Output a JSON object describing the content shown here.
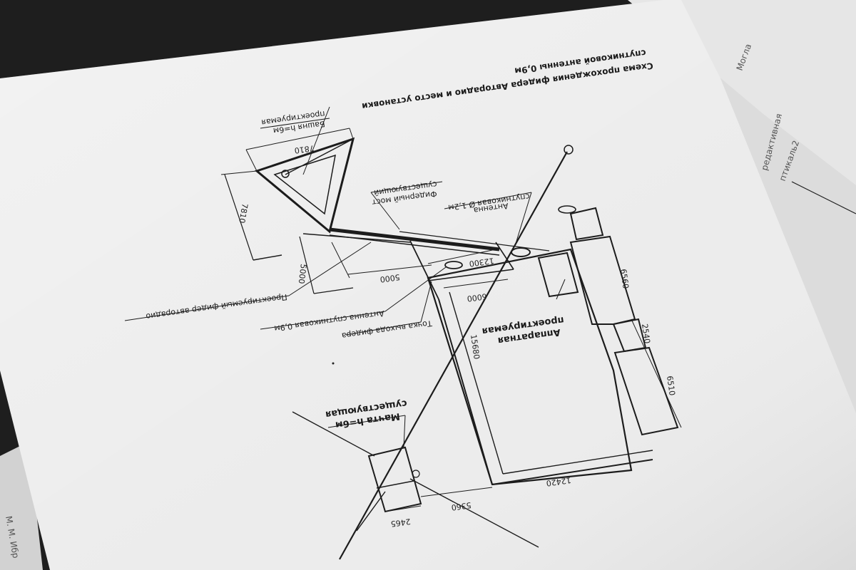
{
  "title": {
    "line1": "Схема прохождения фидера Авторадио и место установки",
    "line2": "спутниковой антенны 0,9м"
  },
  "labels": {
    "tower": "Башня h=6м",
    "tower_sub": "проектируемая",
    "feeder_bridge": "Фидерный мост",
    "feeder_bridge_sub": "существующий",
    "antenna_12": "Антенна",
    "antenna_12_sub": "спутниковая Ø 1,2м",
    "equipment": "Аппаратная",
    "equipment_sub": "проектируемая",
    "designed_feeder": "Проектируемый фидер авторадио",
    "antenna_09": "Антенна спутниковая 0,9м",
    "feeder_exit": "Точка выхода фидера",
    "mast": "Мачта h=6м",
    "mast_sub": "существующая"
  },
  "dimensions": {
    "tower_width": "7810",
    "tower_height": "7810",
    "d12300": "12300",
    "d5000": "5000",
    "d5000v": "5000",
    "d6000": "6000",
    "d15680": "15680",
    "d6560": "6560",
    "d2540": "2540",
    "d6510": "6510",
    "d12420": "12420",
    "d5360": "5360",
    "d2465": "2465"
  },
  "background": {
    "right_text_1": "редактивная",
    "right_text_2": "птикаль2",
    "right_text_3": "Могла",
    "left_text": "М. М. Ибр"
  }
}
